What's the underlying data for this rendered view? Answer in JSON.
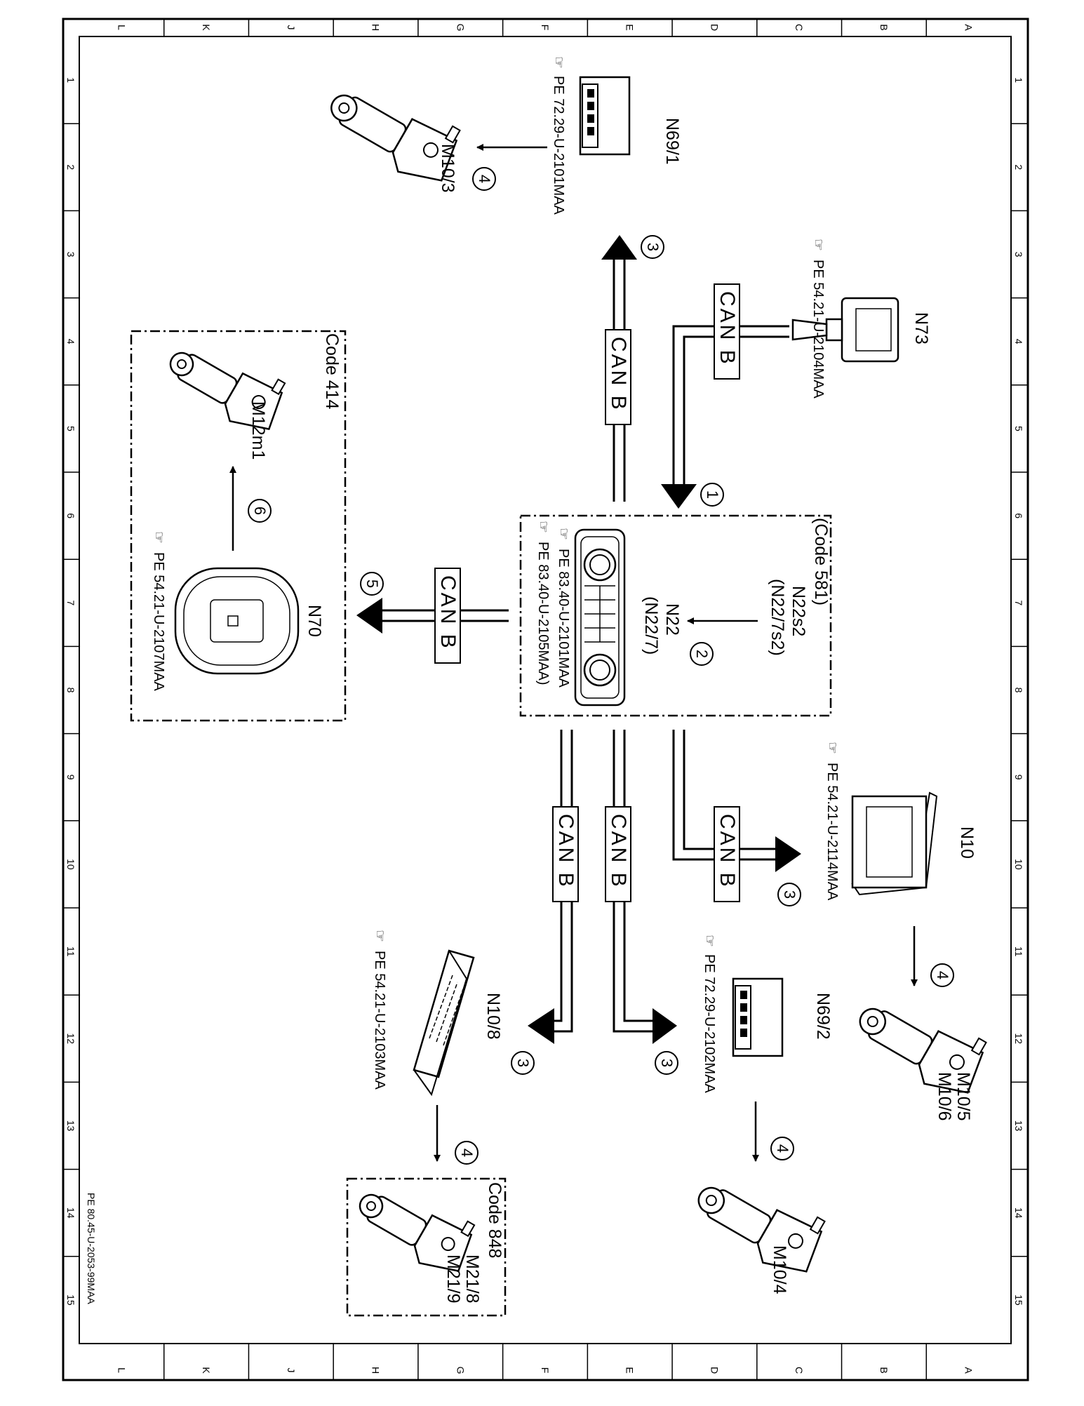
{
  "border": {
    "columns": [
      "L",
      "K",
      "J",
      "H",
      "G",
      "F",
      "E",
      "D",
      "C",
      "B",
      "A"
    ],
    "rows": [
      "1",
      "2",
      "3",
      "4",
      "5",
      "6",
      "7",
      "8",
      "9",
      "10",
      "11",
      "12",
      "13",
      "14",
      "15"
    ]
  },
  "doc_id": "PE 80.45-U-2053-99MAA",
  "bus_label": "CAN B",
  "components": {
    "N69_1": {
      "label": "N69/1",
      "ref": "PE 72.29-U-2101MAA"
    },
    "M10_3": {
      "label": "M10/3"
    },
    "N73": {
      "label": "N73",
      "ref": "PE 54.21-U-2104MAA"
    },
    "N22": {
      "code": "(Code 581)",
      "sub1": "N22s2",
      "sub2": "(N22/7s2)",
      "label": "N22",
      "label_alt": "(N22/7)",
      "ref1": "PE 83.40-U-2101MAA",
      "ref2": "PE 83.40-U-2105MAA)"
    },
    "M12m1": {
      "label": "M12m1",
      "code": "Code 414"
    },
    "N70": {
      "label": "N70",
      "ref": "PE 54.21-U-2107MAA"
    },
    "N10": {
      "label": "N10",
      "ref": "PE 54.21-U-2114MAA"
    },
    "M10_5": {
      "label1": "M10/5",
      "label2": "M10/6"
    },
    "N69_2": {
      "label": "N69/2",
      "ref": "PE 72.29-U-2102MAA"
    },
    "M10_4": {
      "label": "M10/4"
    },
    "N10_8": {
      "label": "N10/8",
      "ref": "PE 54.21-U-2103MAA"
    },
    "M21": {
      "label1": "M21/8",
      "label2": "M21/9",
      "code": "Code 848"
    }
  },
  "steps": {
    "s1": "1",
    "s2": "2",
    "s3": "3",
    "s4": "4",
    "s5": "5",
    "s6": "6"
  }
}
